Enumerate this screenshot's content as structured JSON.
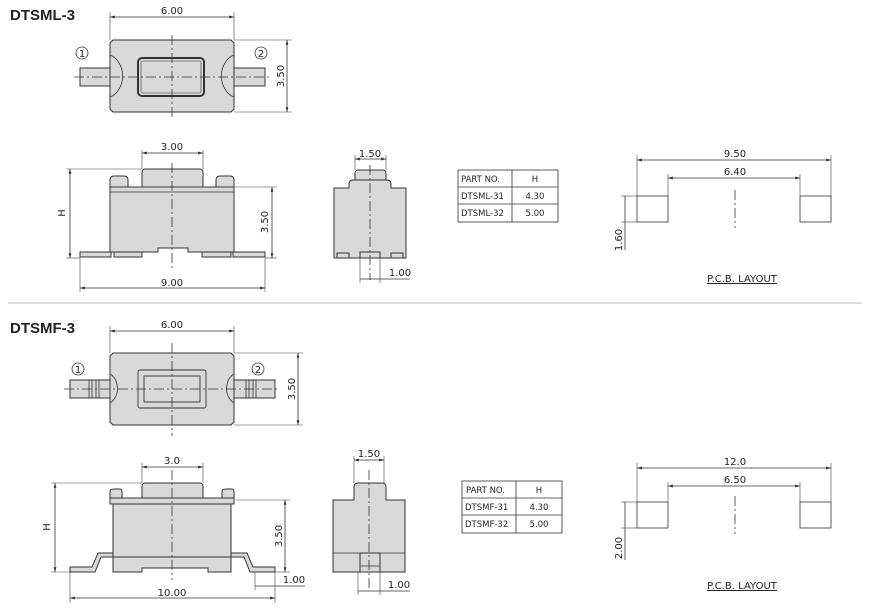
{
  "sections": [
    {
      "title": "DTSML-3",
      "top": {
        "width": "6.00",
        "height": "3.50",
        "pin1": "1",
        "pin2": "2"
      },
      "side": {
        "button": "3.00",
        "height_label": "H",
        "body": "3.50",
        "overall": "9.00"
      },
      "end": {
        "button": "1.50",
        "lead": "1.00"
      },
      "table": {
        "headers": [
          "PART NO.",
          "H"
        ],
        "rows": [
          [
            "DTSML-31",
            "4.30"
          ],
          [
            "DTSML-32",
            "5.00"
          ]
        ]
      },
      "pcb": {
        "outer": "9.50",
        "inner": "6.40",
        "pad": "1.60",
        "label": "P.C.B. LAYOUT"
      }
    },
    {
      "title": "DTSMF-3",
      "top": {
        "width": "6.00",
        "height": "3.50",
        "pin1": "1",
        "pin2": "2"
      },
      "side": {
        "button": "3.0",
        "height_label": "H",
        "body": "3.50",
        "overall": "10.00",
        "lead": "1.00"
      },
      "end": {
        "button": "1.50",
        "lead": "1.00"
      },
      "table": {
        "headers": [
          "PART NO.",
          "H"
        ],
        "rows": [
          [
            "DTSMF-31",
            "4.30"
          ],
          [
            "DTSMF-32",
            "5.00"
          ]
        ]
      },
      "pcb": {
        "outer": "12.0",
        "inner": "6.50",
        "pad": "2.00",
        "label": "P.C.B. LAYOUT"
      }
    }
  ]
}
